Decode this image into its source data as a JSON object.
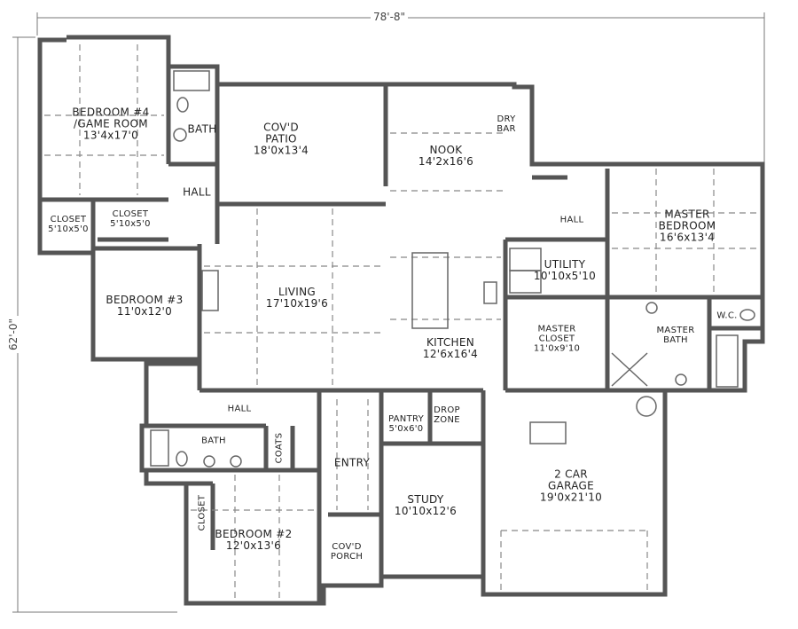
{
  "dimensions": {
    "width": "78'-8\"",
    "depth": "62'-0\""
  },
  "rooms": {
    "bedroom4": {
      "name": "BEDROOM #4",
      "name2": "/GAME ROOM",
      "size": "13'4x17'0"
    },
    "bath_upper": {
      "name": "BATH"
    },
    "hall_upper": {
      "name": "HALL"
    },
    "closet_a": {
      "name": "CLOSET",
      "size": "5'10x5'0"
    },
    "closet_b": {
      "name": "CLOSET",
      "size": "5'10x5'0"
    },
    "patio": {
      "name": "COV'D",
      "name2": "PATIO",
      "size": "18'0x13'4"
    },
    "nook": {
      "name": "NOOK",
      "size": "14'2x16'6"
    },
    "dry_bar": {
      "name": "DRY",
      "name2": "BAR"
    },
    "hall_right": {
      "name": "HALL"
    },
    "master_bedroom": {
      "name": "MASTER",
      "name2": "BEDROOM",
      "size": "16'6x13'4"
    },
    "utility": {
      "name": "UTILITY",
      "size": "10'10x5'10"
    },
    "master_closet": {
      "name": "MASTER",
      "name2": "CLOSET",
      "size": "11'0x9'10"
    },
    "master_bath": {
      "name": "MASTER",
      "name2": "BATH"
    },
    "wc": {
      "name": "W.C."
    },
    "bedroom3": {
      "name": "BEDROOM #3",
      "size": "11'0x12'0"
    },
    "living": {
      "name": "LIVING",
      "size": "17'10x19'6"
    },
    "kitchen": {
      "name": "KITCHEN",
      "size": "12'6x16'4"
    },
    "hall_lower": {
      "name": "HALL"
    },
    "bath_lower": {
      "name": "BATH"
    },
    "coats": {
      "name": "COATS"
    },
    "closet_c": {
      "name": "CLOSET"
    },
    "bedroom2": {
      "name": "BEDROOM #2",
      "size": "12'0x13'6"
    },
    "entry": {
      "name": "ENTRY"
    },
    "porch": {
      "name": "COV'D",
      "name2": "PORCH"
    },
    "pantry": {
      "name": "PANTRY",
      "size": "5'0x6'0"
    },
    "drop_zone": {
      "name": "DROP",
      "name2": "ZONE"
    },
    "study": {
      "name": "STUDY",
      "size": "10'10x12'6"
    },
    "garage": {
      "name": "2 CAR",
      "name2": "GARAGE",
      "size": "19'0x21'10"
    }
  }
}
